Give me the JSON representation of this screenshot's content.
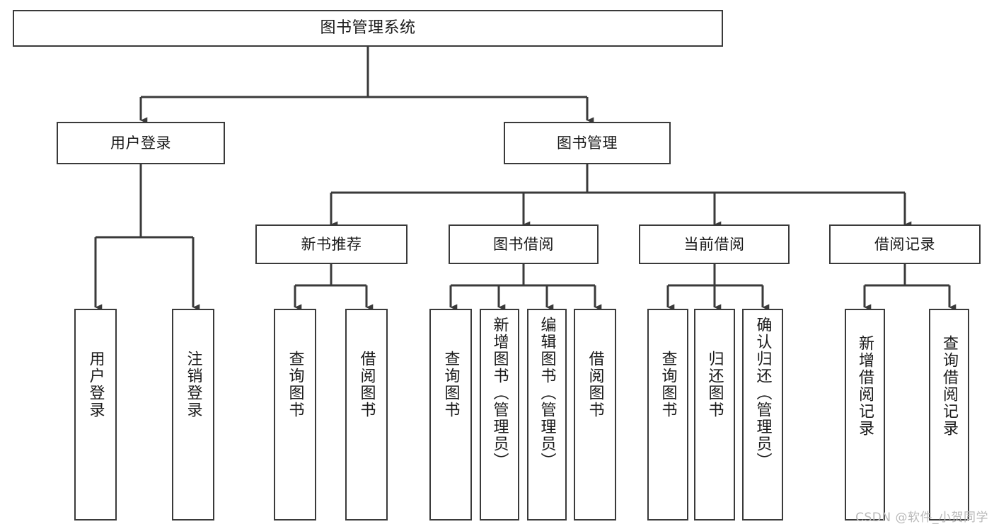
{
  "diagram": {
    "title": "图书管理系统",
    "type": "tree-hierarchy",
    "watermark": "CSDN @软件_小贺同学",
    "colors": {
      "background": "#ffffff",
      "box_border": "#3a3a3a",
      "box_fill": "#ffffff",
      "connector": "#3a3a3a",
      "text": "#1a1a1a",
      "watermark": "#b9b9b9"
    },
    "root": {
      "label": "图书管理系统"
    },
    "level2": [
      {
        "label": "用户登录"
      },
      {
        "label": "图书管理"
      }
    ],
    "level3": [
      {
        "label": "新书推荐"
      },
      {
        "label": "图书借阅"
      },
      {
        "label": "当前借阅"
      },
      {
        "label": "借阅记录"
      }
    ],
    "leaves": {
      "user_login": [
        {
          "label": "用户登录"
        },
        {
          "label": "注销登录"
        }
      ],
      "new_book_recommend": [
        {
          "label": "查询图书"
        },
        {
          "label": "借阅图书"
        }
      ],
      "book_borrow": [
        {
          "label": "查询图书"
        },
        {
          "label": "新增图书（管理员）"
        },
        {
          "label": "编辑图书（管理员）"
        },
        {
          "label": "借阅图书"
        }
      ],
      "current_borrow": [
        {
          "label": "查询图书"
        },
        {
          "label": "归还图书"
        },
        {
          "label": "确认归还（管理员）"
        }
      ],
      "borrow_record": [
        {
          "label": "新增借阅记录"
        },
        {
          "label": "查询借阅记录"
        }
      ]
    }
  }
}
